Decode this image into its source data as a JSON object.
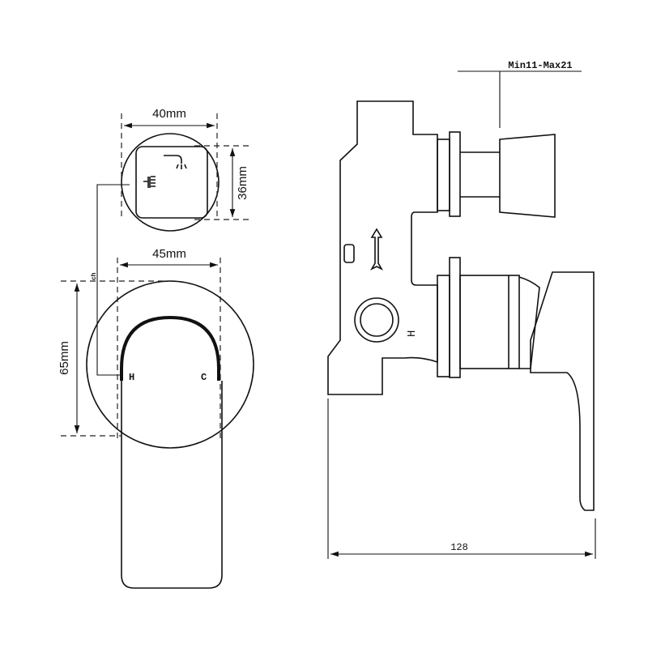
{
  "front_view": {
    "diverter_width": "40mm",
    "diverter_height": "36mm",
    "plate_width": "45mm",
    "plate_height": "65mm",
    "hot_label": "H",
    "cold_label": "C",
    "small_note": "ch"
  },
  "side_view": {
    "depth_range": "Min11-Max21",
    "total_depth": "128",
    "body_hot_label": "H"
  },
  "icons": [
    "showerhead-icon",
    "handshower-icon",
    "flow-arrow-icon"
  ]
}
